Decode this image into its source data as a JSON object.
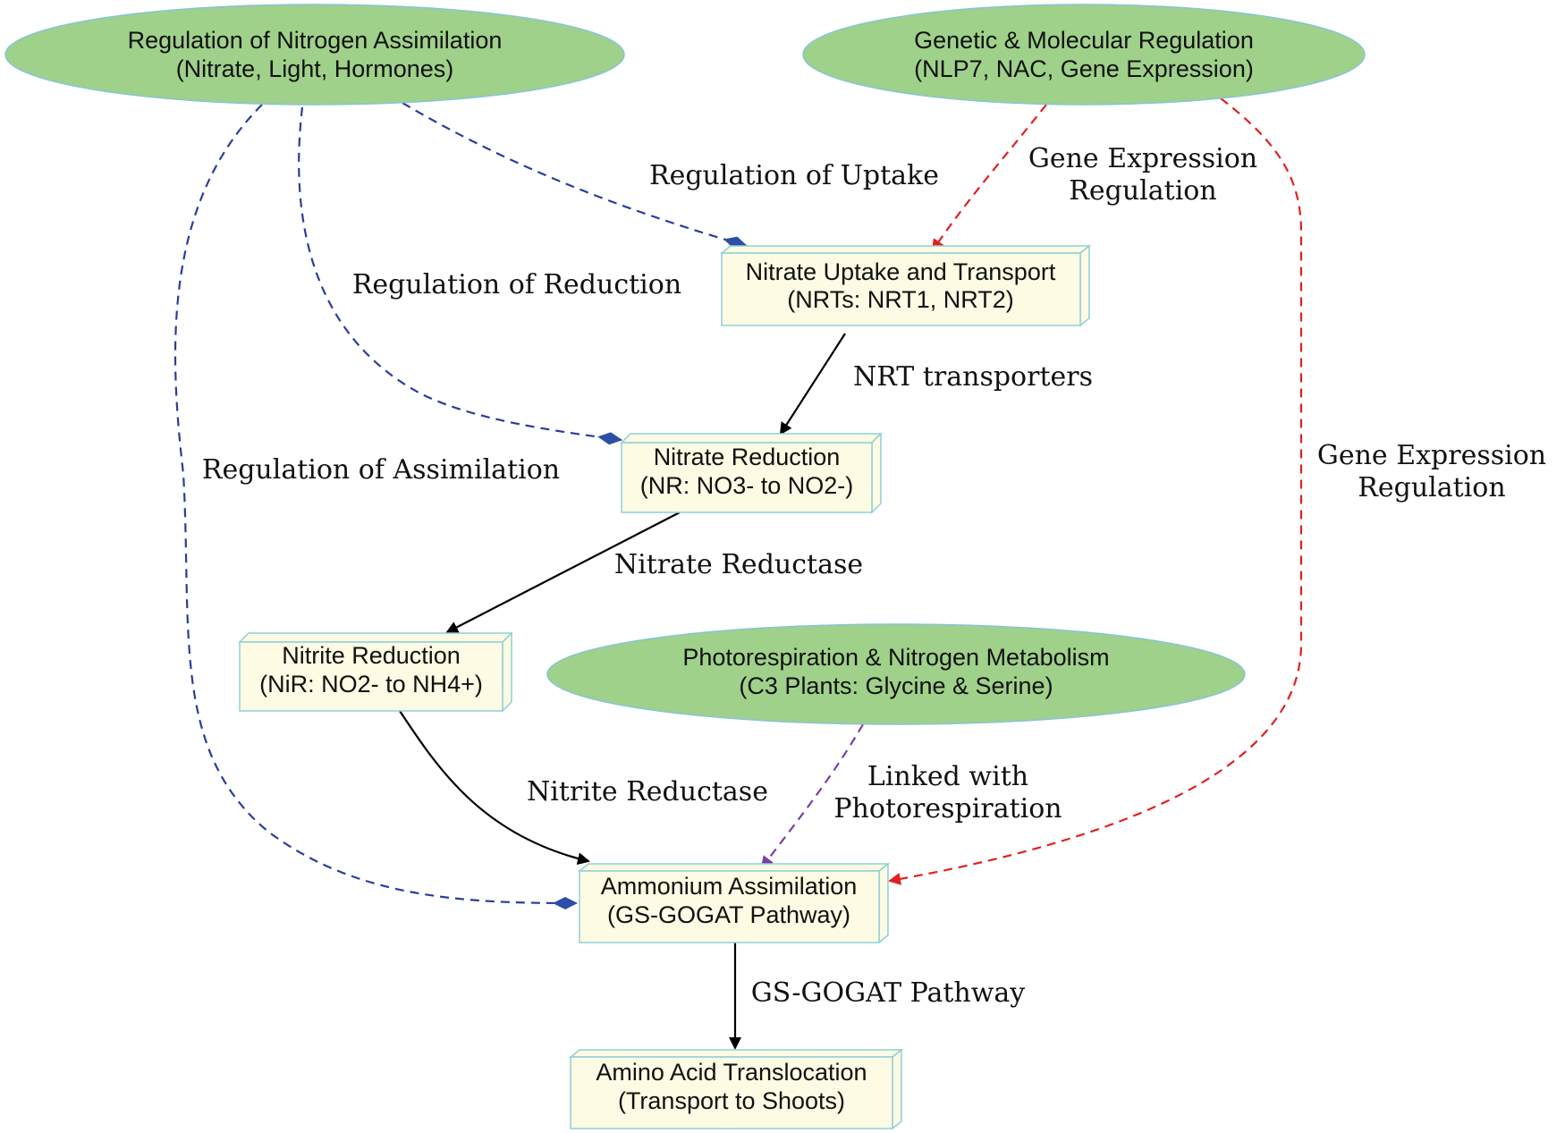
{
  "colors": {
    "ellipse_fill": "#9fd18a",
    "box_fill": "#fdfbe3",
    "box_border": "#8fd0d8",
    "regulation_edge": "#2b3d9a",
    "gene_edge": "#e02020",
    "photo_edge": "#7a3fa8",
    "flow_edge": "#000000"
  },
  "nodes": {
    "reg_nitrogen": {
      "line1": "Regulation of Nitrogen Assimilation",
      "line2": "(Nitrate, Light, Hormones)"
    },
    "genetic": {
      "line1": "Genetic & Molecular Regulation",
      "line2": "(NLP7, NAC, Gene Expression)"
    },
    "photo": {
      "line1": "Photorespiration & Nitrogen Metabolism",
      "line2": "(C3 Plants: Glycine & Serine)"
    },
    "uptake": {
      "line1": "Nitrate Uptake and Transport",
      "line2": "(NRTs: NRT1, NRT2)"
    },
    "nitrate_red": {
      "line1": "Nitrate Reduction",
      "line2": "(NR: NO3- to NO2-)"
    },
    "nitrite_red": {
      "line1": "Nitrite Reduction",
      "line2": "(NiR: NO2- to NH4+)"
    },
    "ammonium": {
      "line1": "Ammonium Assimilation",
      "line2": "(GS-GOGAT Pathway)"
    },
    "amino": {
      "line1": "Amino Acid Translocation",
      "line2": "(Transport to Shoots)"
    }
  },
  "edges": {
    "reg_uptake": "Regulation of Uptake",
    "reg_reduction": "Regulation of Reduction",
    "reg_assimilation": "Regulation of Assimilation",
    "gene_uptake_1": "Gene Expression",
    "gene_uptake_2": "Regulation",
    "gene_ammonium_1": "Gene Expression",
    "gene_ammonium_2": "Regulation",
    "nrt": "NRT transporters",
    "nitrate_reductase": "Nitrate Reductase",
    "nitrite_reductase": "Nitrite Reductase",
    "photo_1": "Linked with",
    "photo_2": "Photorespiration",
    "gs_gogat": "GS-GOGAT Pathway"
  }
}
